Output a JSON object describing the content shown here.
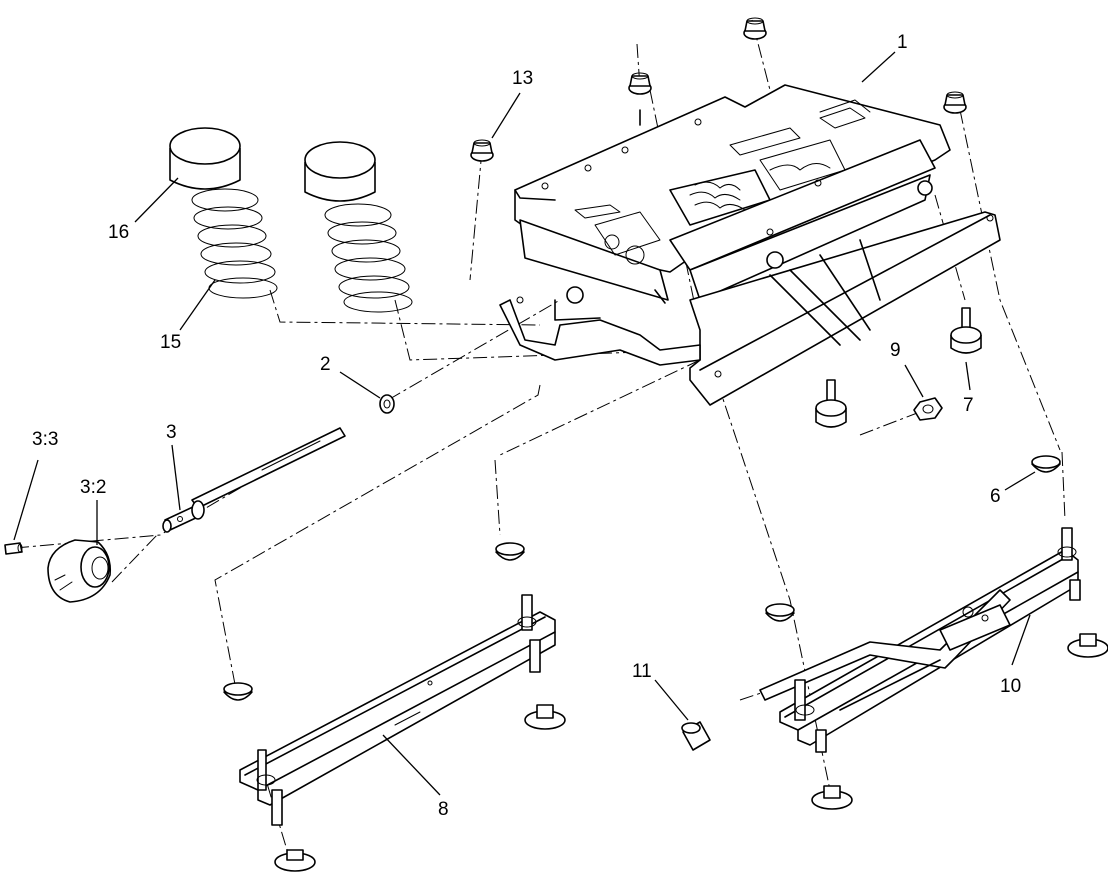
{
  "callouts": {
    "c1": "1",
    "c2": "2",
    "c3": "3",
    "c3_2": "3:2",
    "c3_3": "3:3",
    "c6": "6",
    "c7": "7",
    "c8": "8",
    "c9": "9",
    "c10": "10",
    "c11": "11",
    "c13": "13",
    "c15": "15",
    "c16": "16"
  },
  "colors": {
    "ink": "#000000",
    "paper": "#ffffff"
  }
}
